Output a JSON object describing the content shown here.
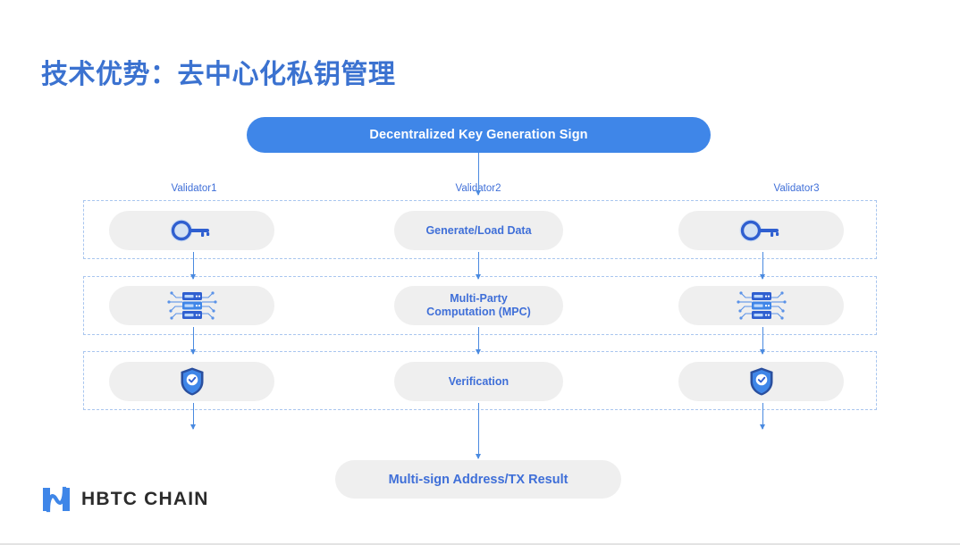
{
  "slide": {
    "title": "技术优势：去中心化私钥管理",
    "title_color": "#3b72d0",
    "background": "#ffffff"
  },
  "banner": {
    "label": "Decentralized Key Generation Sign",
    "background": "#3f86e8",
    "text_color": "#ffffff"
  },
  "columns": [
    {
      "label": "Validator1",
      "name": "validator1"
    },
    {
      "label": "Validator2",
      "name": "validator2"
    },
    {
      "label": "Validator3",
      "name": "validator3"
    }
  ],
  "rows": [
    {
      "name": "generate-load-data",
      "center_label": "Generate/Load Data",
      "left_icon": "key-icon",
      "right_icon": "key-icon"
    },
    {
      "name": "multi-party-computation",
      "center_label": "Multi-Party\nComputation (MPC)",
      "left_icon": "server-network-icon",
      "right_icon": "server-network-icon"
    },
    {
      "name": "verification",
      "center_label": "Verification",
      "left_icon": "shield-check-icon",
      "right_icon": "shield-check-icon"
    }
  ],
  "result": {
    "label": "Multi-sign Address/TX Result",
    "background": "#efefef",
    "text_color": "#3f6fd8"
  },
  "logo": {
    "text": "HBTC CHAIN",
    "mark": "hbtc-logo-mark",
    "mark_color": "#3f86e8",
    "text_color": "#2b2b2b"
  },
  "style": {
    "pill_background": "#efefef",
    "pill_text_color": "#3f6fd8",
    "band_border_color": "#a9c6ef",
    "arrow_color": "#4a8ae0",
    "header_text_color": "#3f6fd8"
  }
}
